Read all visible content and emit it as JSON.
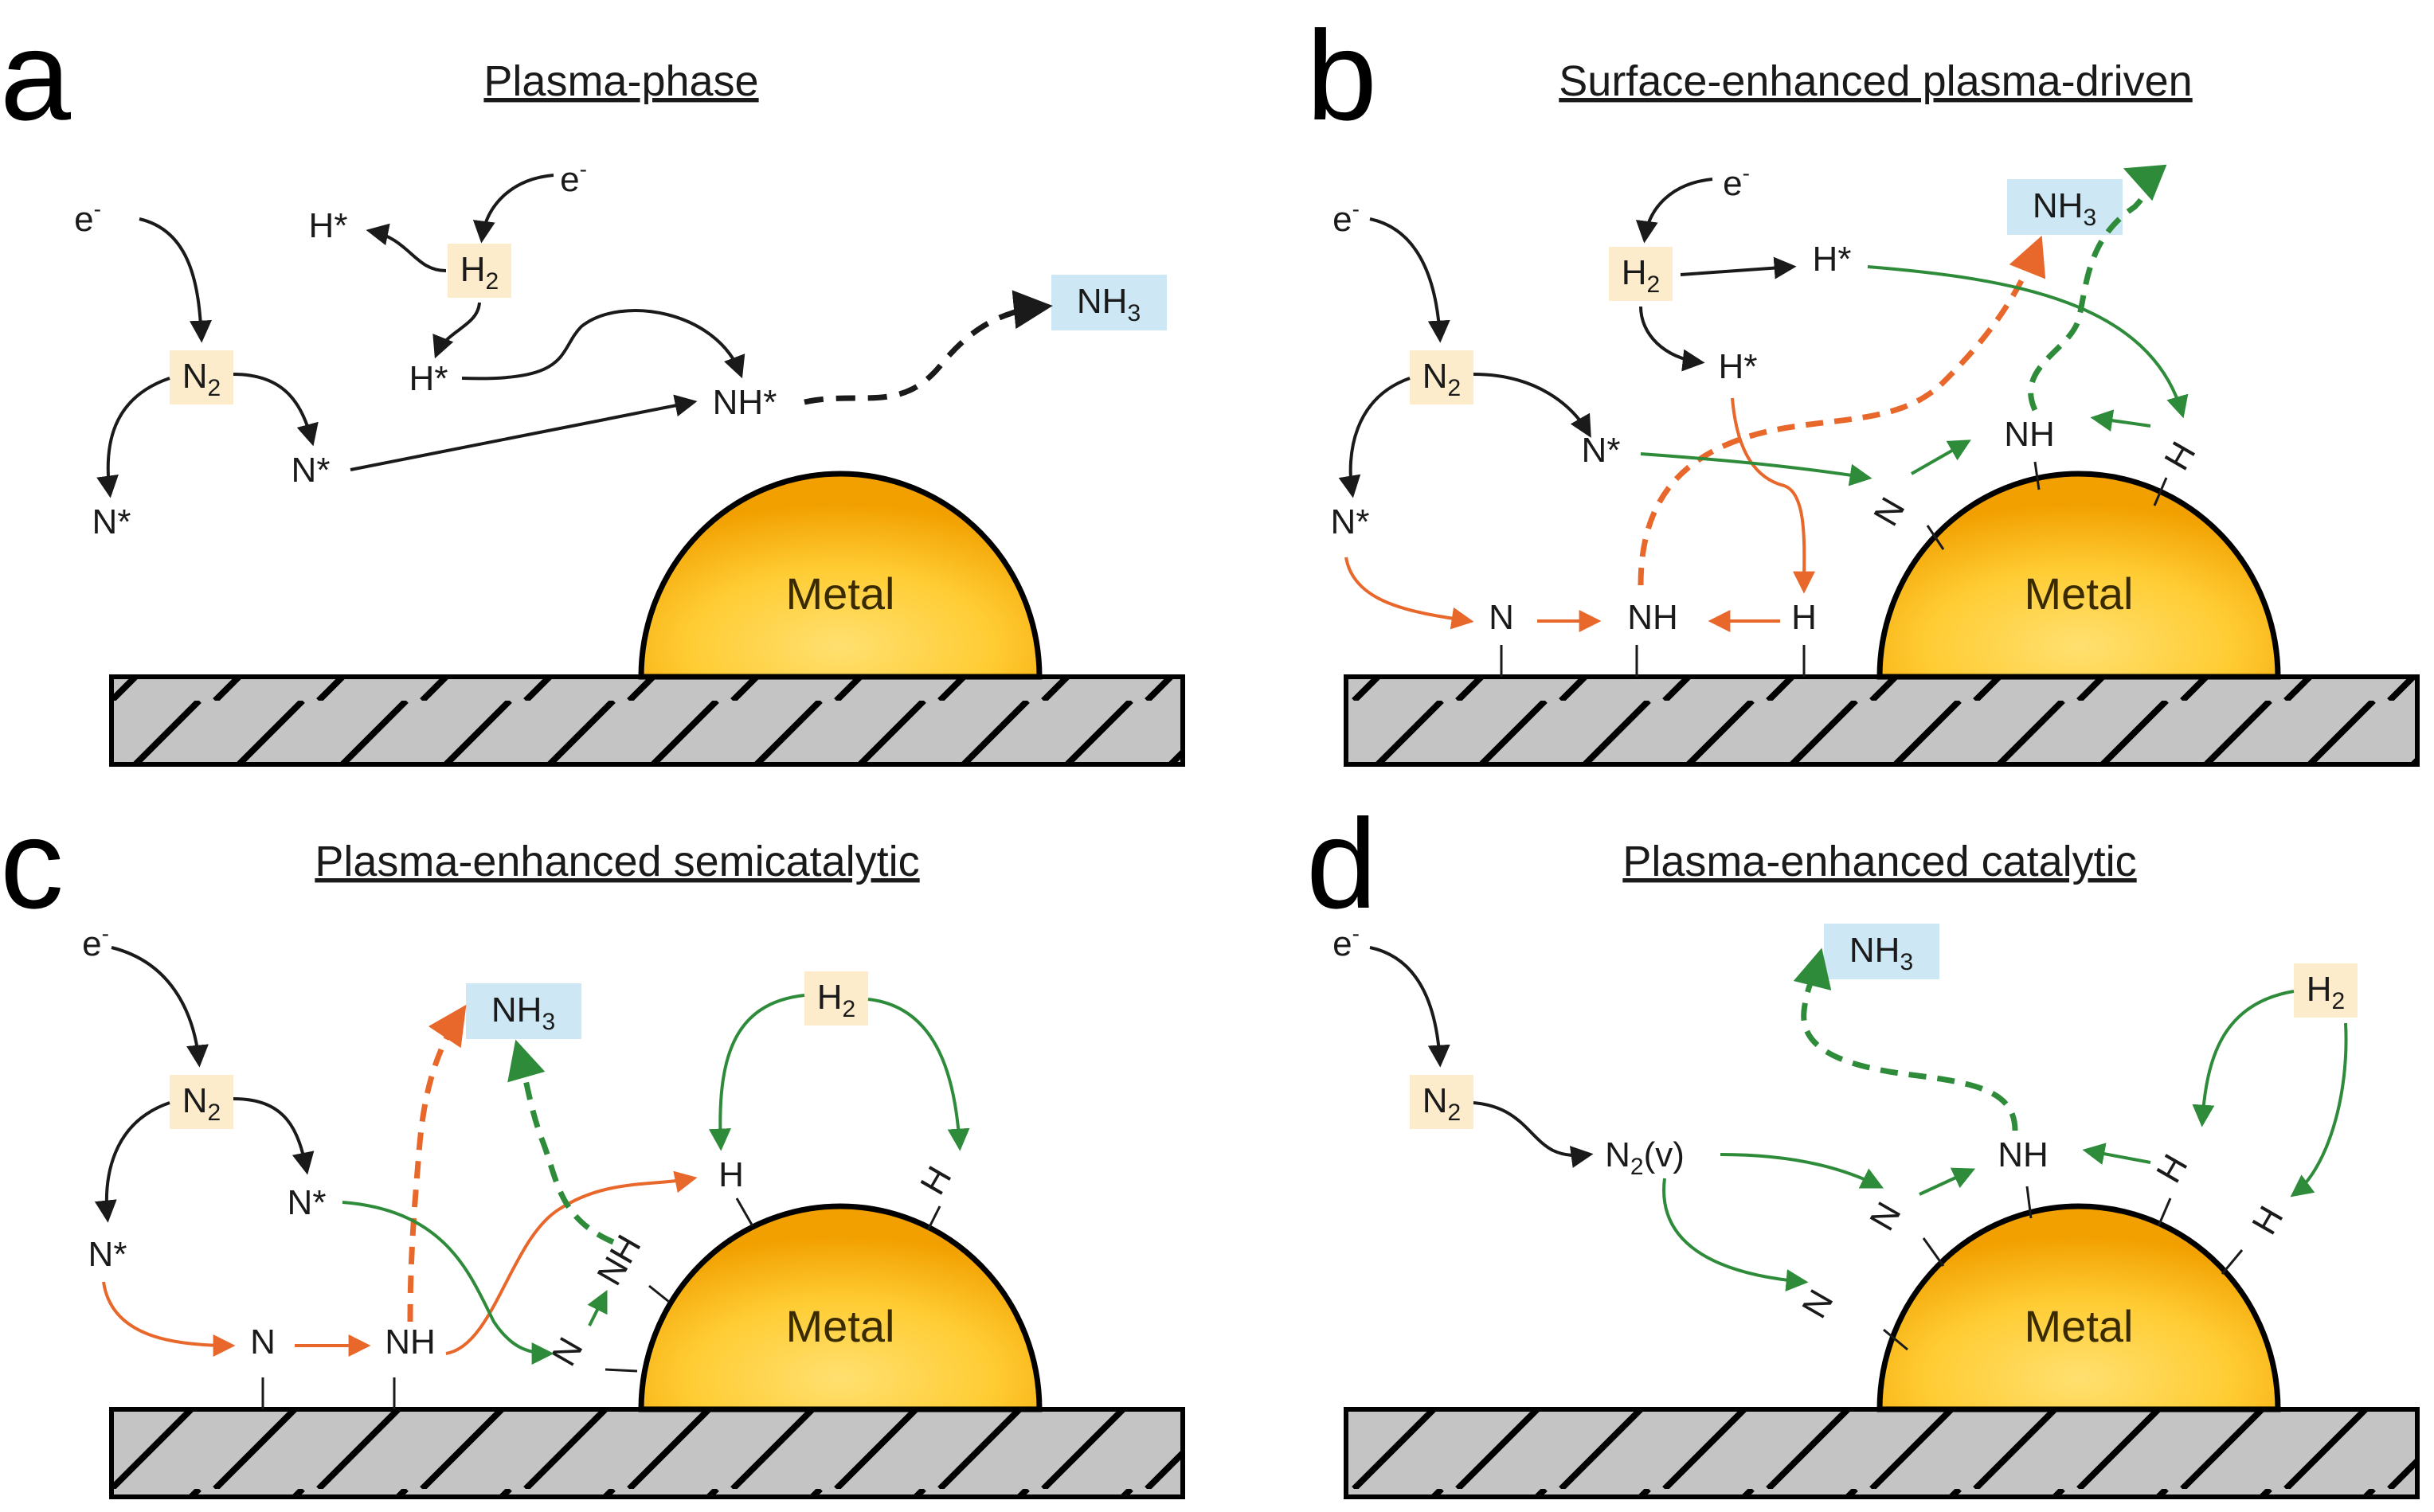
{
  "panels": [
    {
      "letter": "a",
      "title": "Plasma-phase"
    },
    {
      "letter": "b",
      "title": "Surface-enhanced plasma-driven"
    },
    {
      "letter": "c",
      "title": "Plasma-enhanced semicatalytic"
    },
    {
      "letter": "d",
      "title": "Plasma-enhanced catalytic"
    }
  ],
  "species": {
    "electron": "e",
    "electron_sup": "-",
    "n2_base": "N",
    "h2_base": "H",
    "sub_2": "2",
    "nh3_base": "NH",
    "sub_3": "3",
    "n_radical": "N*",
    "h_radical": "H*",
    "nh_radical": "NH*",
    "n_ads": "N",
    "nh_ads": "NH",
    "h_ads": "H",
    "n2v_tail": "(v)"
  },
  "metal_label": "Metal",
  "colors": {
    "plasma_arrow": "#1a1a1a",
    "surface_path": "#e8672a",
    "catalytic_path": "#2e8b3a",
    "reactant_box": "#fdeccc",
    "product_box": "#cde7f5",
    "metal_outer": "#f2a900",
    "metal_inner": "#ffe070",
    "support": "#bdbdbd"
  }
}
